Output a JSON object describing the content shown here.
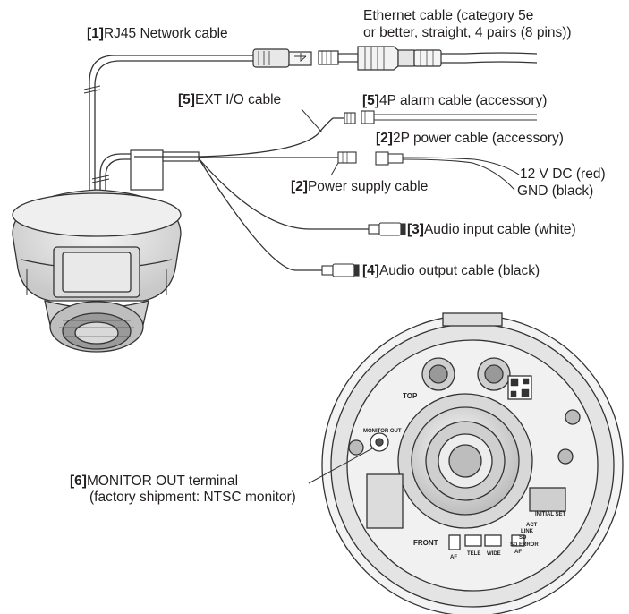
{
  "labels": {
    "rj45": {
      "num": "[1]",
      "text": "RJ45 Network cable"
    },
    "ethernet_line1": "Ethernet cable (category 5e",
    "ethernet_line2": "or better, straight, 4 pairs (8 pins))",
    "ext_io": {
      "num": "[5]",
      "text": "EXT I/O cable"
    },
    "alarm": {
      "num": "[5]",
      "text": "4P alarm cable (accessory)"
    },
    "power2p": {
      "num": "[2]",
      "text": "2P power cable (accessory)"
    },
    "dc_red": "12 V DC (red)",
    "gnd_black": "GND (black)",
    "power_supply": {
      "num": "[2]",
      "text": "Power supply cable"
    },
    "audio_in": {
      "num": "[3]",
      "text": "Audio input cable (white)"
    },
    "audio_out": {
      "num": "[4]",
      "text": "Audio output cable (black)"
    },
    "monitor_line1": {
      "num": "[6]",
      "text": "MONITOR OUT terminal"
    },
    "monitor_line2": "(factory shipment: NTSC monitor)"
  },
  "board_markings": {
    "top": "TOP",
    "monitor_out": "MONITOR OUT",
    "front": "FRONT",
    "tele": "TELE",
    "wide": "WIDE",
    "af": "AF",
    "initial_set": "INITIAL SET",
    "act": "ACT",
    "link": "LINK",
    "sd": "SD",
    "sd_error": "SD ERROR",
    "af2": "AF"
  }
}
